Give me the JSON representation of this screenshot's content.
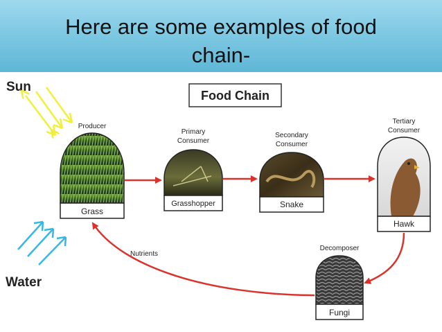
{
  "slide": {
    "title_line1": "Here are some examples of food",
    "title_line2": "chain-"
  },
  "diagram": {
    "title": "Food Chain",
    "inputs": {
      "sun": "Sun",
      "water": "Water"
    },
    "edge_label": "Nutrients",
    "nodes": {
      "producer": {
        "role": "Producer",
        "name": "Grass"
      },
      "primary": {
        "role_line1": "Primary",
        "role_line2": "Consumer",
        "name": "Grasshopper"
      },
      "secondary": {
        "role_line1": "Secondary",
        "role_line2": "Consumer",
        "name": "Snake"
      },
      "tertiary": {
        "role_line1": "Tertiary",
        "role_line2": "Consumer",
        "name": "Hawk"
      },
      "decomposer": {
        "role": "Decomposer",
        "name": "Fungi"
      }
    }
  },
  "colors": {
    "header": "#7fc9e3",
    "arrow": "#d9332b",
    "sun_arrows": "#f2ef3a",
    "water_arrows": "#35b8e6",
    "label_blue": "#2b4fa0"
  }
}
